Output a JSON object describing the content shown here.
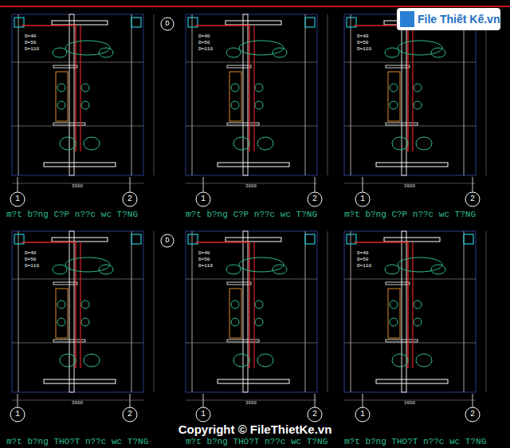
{
  "diagram": {
    "labels": [
      "m?t b?ng C?P n??c wc T?NG",
      "m?t b?ng C?P n??c wc T?NG",
      "m?t b?ng C?P n??c wc T?NG",
      "m?t b?ng THO?T n??c wc T?NG",
      "m?t b?ng THO?T n??c wc T?NG",
      "m?t b?ng THO?T n??c wc T?NG",
      "1",
      "2",
      "1",
      "2",
      "1",
      "2",
      "1",
      "2",
      "1",
      "2",
      "1",
      "2",
      "D",
      "D",
      "3600",
      "3600",
      "3600",
      "3600",
      "3600",
      "3600",
      "D=40",
      "D=50",
      "D=110",
      "D=40",
      "D=50",
      "D=110",
      "D=40",
      "D=50",
      "D=110",
      "D=40",
      "D=50",
      "D=110",
      "D=40",
      "D=50",
      "D=110",
      "D=40",
      "D=50",
      "D=110",
      "File Thiết Kế.vn",
      "Copyright © FileThietKe.vn"
    ]
  }
}
